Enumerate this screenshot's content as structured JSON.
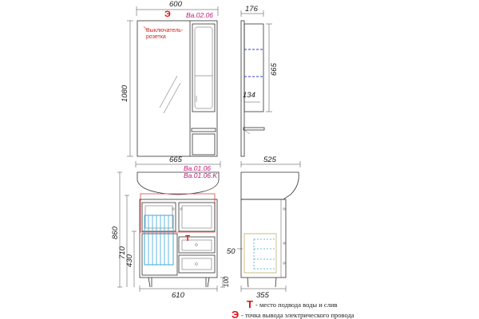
{
  "dimensions": {
    "mirror_width": "600",
    "mirror_depth": "176",
    "mirror_height": "1080",
    "shelf_height": "665",
    "shelf_depth": "134",
    "cabinet_top_width": "665",
    "cabinet_side_depth": "525",
    "cabinet_total_height": "860",
    "cabinet_body_height": "710",
    "cabinet_pipe_height": "430",
    "cabinet_bottom_width": "610",
    "cabinet_leg_height": "100",
    "side_bottom_depth": "355",
    "side_service_height": "50"
  },
  "labels": {
    "mirror_code": "Ba.02.06",
    "mirror_socket_mark": "Э",
    "mirror_socket_note": "Выключатель-розетка",
    "cabinet_code_1": "Ba.01.06",
    "cabinet_code_2": "Ba.01.06.K",
    "water_mark_small": "T"
  },
  "legend": {
    "items": [
      {
        "mark": "T",
        "text": "- место подвода воды и слив"
      },
      {
        "mark": "Э",
        "text": "- точка вывода электрического провода"
      }
    ]
  },
  "colors": {
    "line": "#333333",
    "dimension_text": "#1a1a1a",
    "code_text": "#c2187a",
    "marker_red": "#e01010",
    "pipe_zone_cyan": "#3aa8d8",
    "basin_zone_red": "#e35a5a",
    "shelf_blue": "#2a3fd0"
  }
}
